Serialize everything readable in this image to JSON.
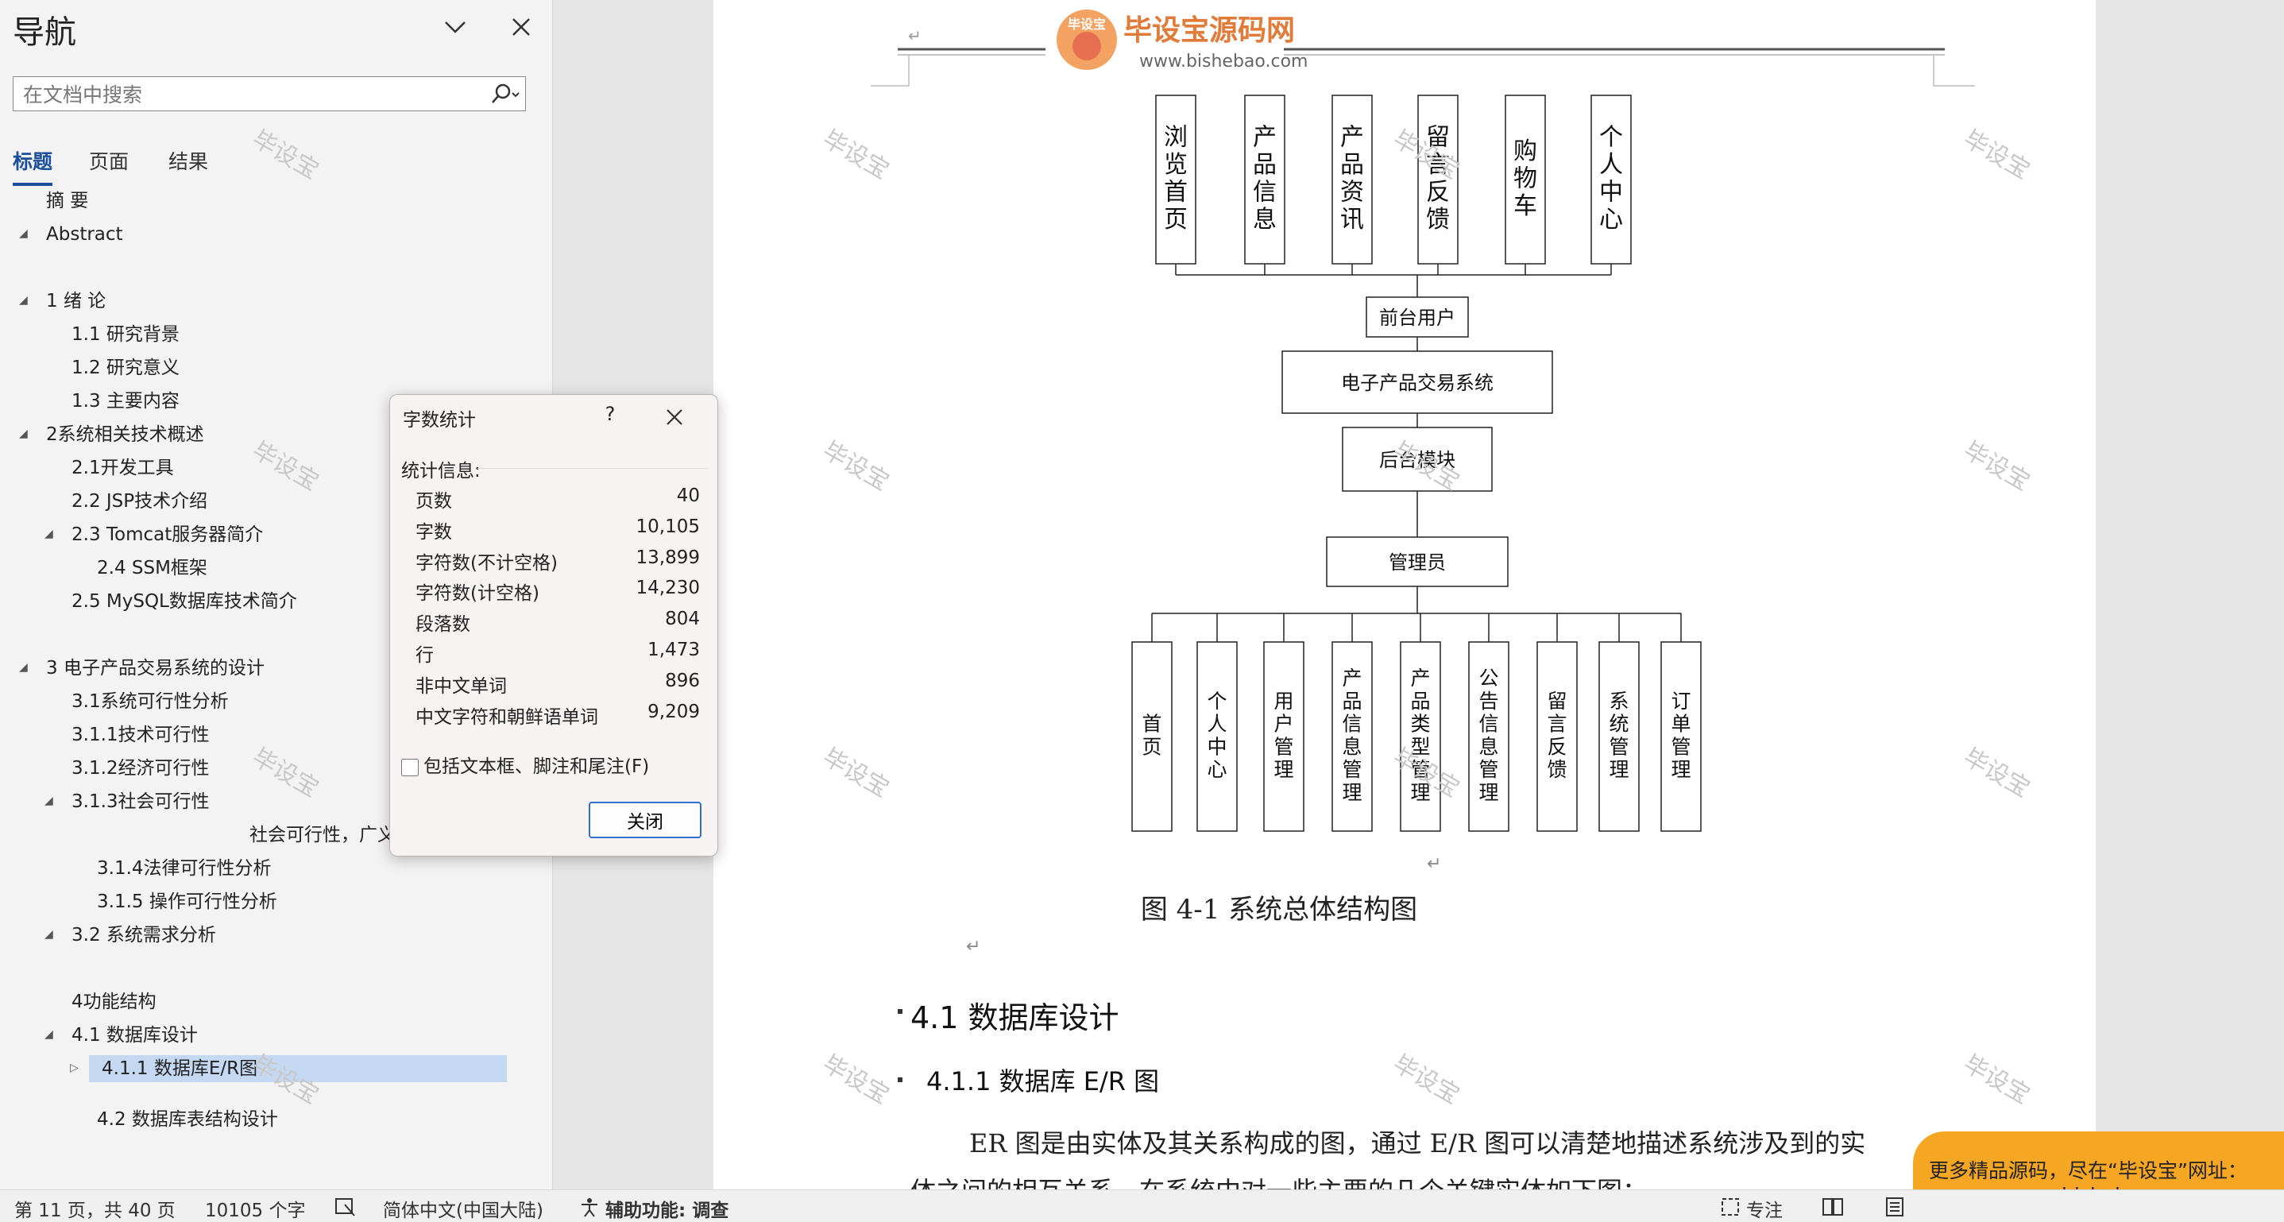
{
  "nav": {
    "title": "导航",
    "search_placeholder": "在文档中搜索",
    "tabs": [
      "标题",
      "页面",
      "结果"
    ],
    "headings": [
      {
        "label": "摘  要"
      },
      {
        "label": "Abstract"
      },
      {
        "label": "1 绪  论"
      },
      {
        "label": "1.1 研究背景"
      },
      {
        "label": "1.2 研究意义"
      },
      {
        "label": "1.3 主要内容"
      },
      {
        "label": "2系统相关技术概述"
      },
      {
        "label": "2.1开发工具"
      },
      {
        "label": "2.2 JSP技术介绍"
      },
      {
        "label": "2.3 Tomcat服务器简介"
      },
      {
        "label": "2.4  SSM框架"
      },
      {
        "label": "2.5 MySQL数据库技术简介"
      },
      {
        "label": "3 电子产品交易系统的设计"
      },
      {
        "label": "3.1系统可行性分析"
      },
      {
        "label": "3.1.1技术可行性"
      },
      {
        "label": "3.1.2经济可行性"
      },
      {
        "label": "3.1.3社会可行性"
      },
      {
        "label": "社会可行性，广义而言可分..."
      },
      {
        "label": "3.1.4法律可行性分析"
      },
      {
        "label": "3.1.5 操作可行性分析"
      },
      {
        "label": "3.2 系统需求分析"
      },
      {
        "label": "4功能结构"
      },
      {
        "label": "4.1 数据库设计"
      },
      {
        "label": "4.1.1 数据库E/R图"
      },
      {
        "label": "4.2 数据库表结构设计"
      }
    ]
  },
  "document": {
    "header_logo": "毕设宝源码网",
    "header_logo_badge": "毕设宝",
    "header_url": "www.bishebao.com",
    "diagram": {
      "top_nodes": [
        "浏览首页",
        "产品信息",
        "产品资讯",
        "留言反馈",
        "购物车",
        "个人中心"
      ],
      "front_user": "前台用户",
      "system": "电子产品交易系统",
      "backend": "后台模块",
      "admin": "管理员",
      "bottom_nodes": [
        "首页",
        "个人中心",
        "用户管理",
        "产品信息管理",
        "产品类型管理",
        "公告信息管理",
        "留言反馈",
        "系统管理",
        "订单管理"
      ]
    },
    "caption": "图 4-1  系统总体结构图",
    "section_heading": "4.1  数据库设计",
    "subsection_heading": "4.1.1  数据库 E/R 图",
    "body_line1": "ER 图是由实体及其关系构成的图，通过 E/R 图可以清楚地描述系统涉及到的实",
    "body_line2": "体之间的相互关系。在系统中对一些主要的几个关键实体如下图：",
    "watermark": "毕设宝",
    "return_mark": "↵"
  },
  "dialog": {
    "title": "字数统计",
    "help": "?",
    "section_label": "统计信息:",
    "stats": [
      {
        "label": "页数",
        "value": "40"
      },
      {
        "label": "字数",
        "value": "10,105"
      },
      {
        "label": "字符数(不计空格)",
        "value": "13,899"
      },
      {
        "label": "字符数(计空格)",
        "value": "14,230"
      },
      {
        "label": "段落数",
        "value": "804"
      },
      {
        "label": "行",
        "value": "1,473"
      },
      {
        "label": "非中文单词",
        "value": "896"
      },
      {
        "label": "中文字符和朝鲜语单词",
        "value": "9,209"
      }
    ],
    "checkbox_label": "包括文本框、脚注和尾注(F)",
    "close_button": "关闭"
  },
  "status_bar": {
    "page_info": "第 11 页，共 40 页",
    "word_count": "10105 个字",
    "language": "简体中文(中国大陆)",
    "accessibility": "辅助功能: 调查",
    "focus": "专注"
  },
  "ad": {
    "line1": "更多精品源码，尽在“毕设宝”网址：",
    "line2": "www.bishebao.com"
  },
  "colors": {
    "accent": "#1b4f9c",
    "selection": "#c5d8f2",
    "ad": "#f5a623"
  }
}
